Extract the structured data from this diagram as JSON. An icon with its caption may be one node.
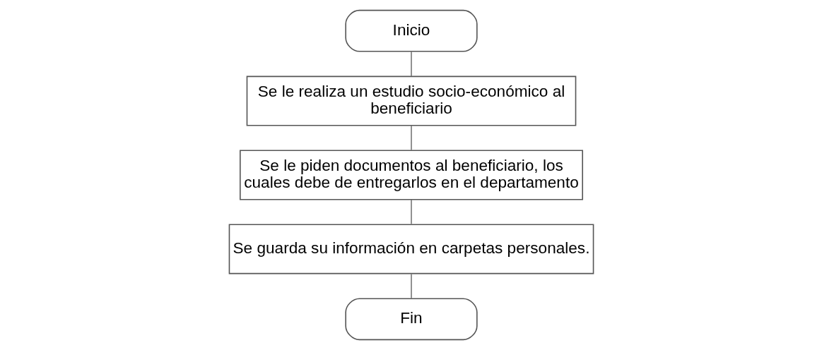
{
  "diagram": {
    "nodes": [
      {
        "text": [
          "Inicio"
        ]
      },
      {
        "text": [
          "Se le realiza un estudio socio-económico al beneficiario"
        ]
      },
      {
        "text": [
          "Se le piden documentos al beneficiario, los cuales debe de entregarlos en el departamento"
        ]
      },
      {
        "text": [
          "Se guarda su información en carpetas personales."
        ]
      },
      {
        "text": [
          "Fin"
        ]
      }
    ],
    "edges": [
      {
        "from": 0,
        "to": 1,
        "arrow": "none"
      },
      {
        "from": 1,
        "to": 2,
        "arrow": "none"
      },
      {
        "from": 2,
        "to": 3,
        "arrow": "none"
      },
      {
        "from": 3,
        "to": 4,
        "arrow": "none"
      }
    ]
  }
}
